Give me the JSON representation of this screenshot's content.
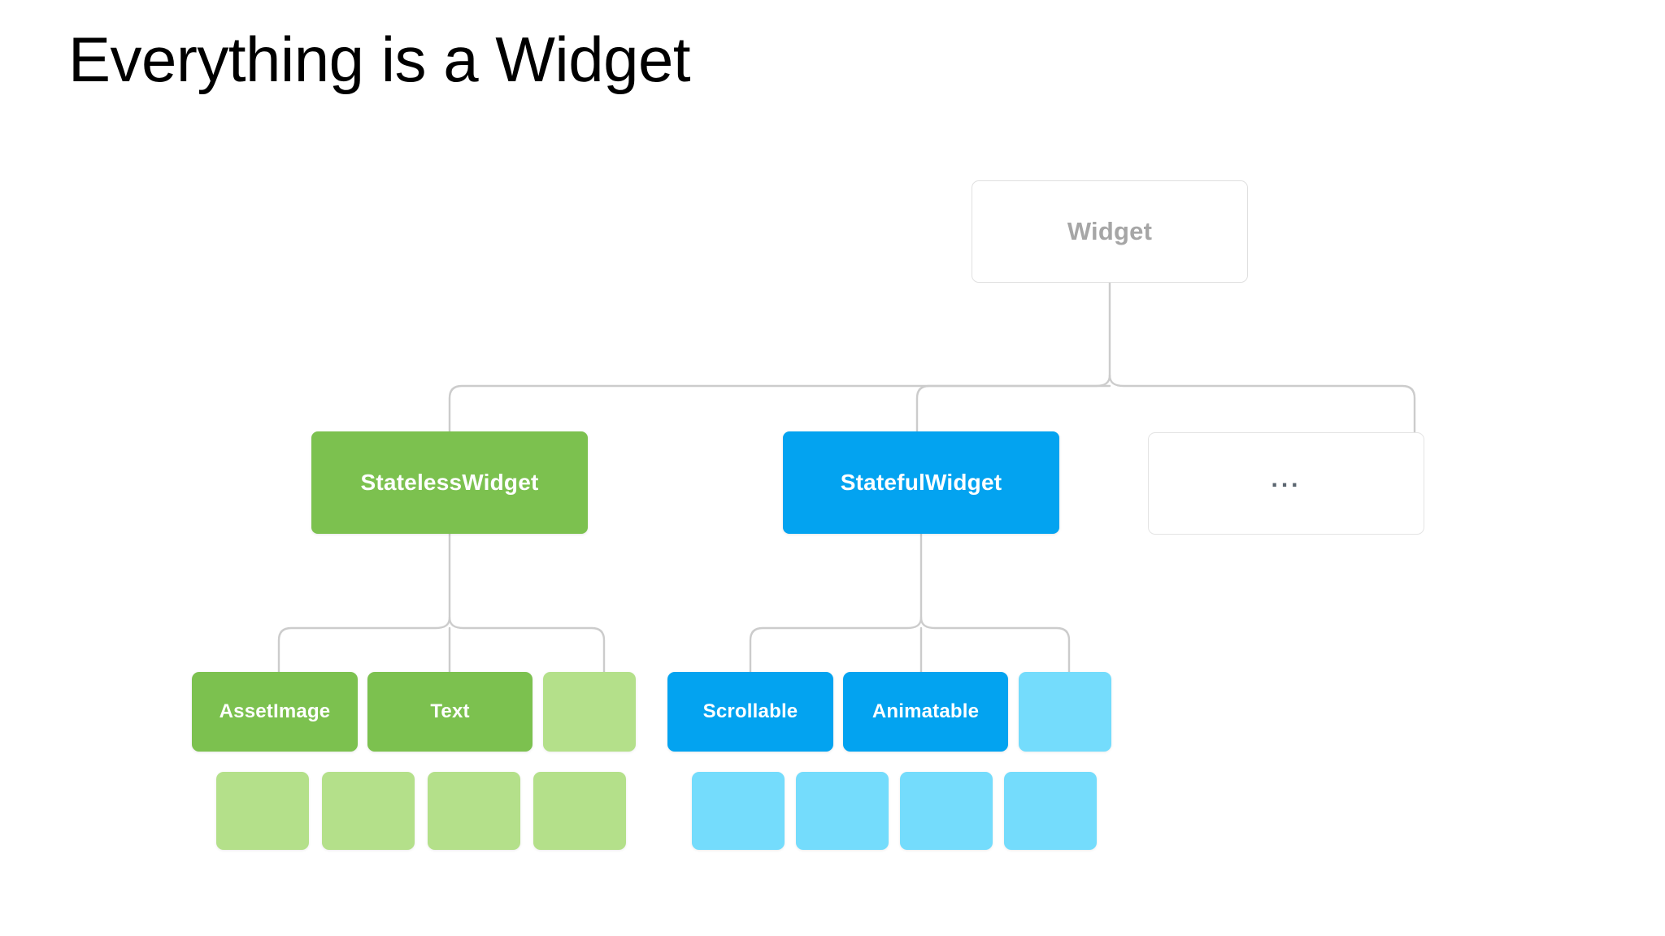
{
  "slide": {
    "title": "Everything is a Widget",
    "background_color": "#ffffff"
  },
  "colors": {
    "green": "#7cc14f",
    "green_light": "#b4e08a",
    "blue": "#03a3f0",
    "blue_light": "#74dcfc",
    "connector_line": "#cccccc",
    "root_border": "#e0e0e0",
    "root_text": "#a6a6a6",
    "ellipsis_text": "#5b6670",
    "title_text": "#000000"
  },
  "diagram": {
    "type": "tree",
    "root": {
      "label": "Widget",
      "style": "outline"
    },
    "level2": [
      {
        "label": "StatelessWidget",
        "style": "green"
      },
      {
        "label": "StatefulWidget",
        "style": "blue"
      },
      {
        "label": "...",
        "style": "outline-ellipsis"
      }
    ],
    "level3_green": [
      {
        "label": "AssetImage",
        "style": "green"
      },
      {
        "label": "Text",
        "style": "green"
      },
      {
        "label": "",
        "style": "green-light"
      }
    ],
    "level3_blue": [
      {
        "label": "Scrollable",
        "style": "blue"
      },
      {
        "label": "Animatable",
        "style": "blue"
      },
      {
        "label": "",
        "style": "blue-light"
      }
    ],
    "level4_green": [
      {
        "label": "",
        "style": "green-light"
      },
      {
        "label": "",
        "style": "green-light"
      },
      {
        "label": "",
        "style": "green-light"
      },
      {
        "label": "",
        "style": "green-light"
      }
    ],
    "level4_blue": [
      {
        "label": "",
        "style": "blue-light"
      },
      {
        "label": "",
        "style": "blue-light"
      },
      {
        "label": "",
        "style": "blue-light"
      },
      {
        "label": "",
        "style": "blue-light"
      }
    ]
  }
}
